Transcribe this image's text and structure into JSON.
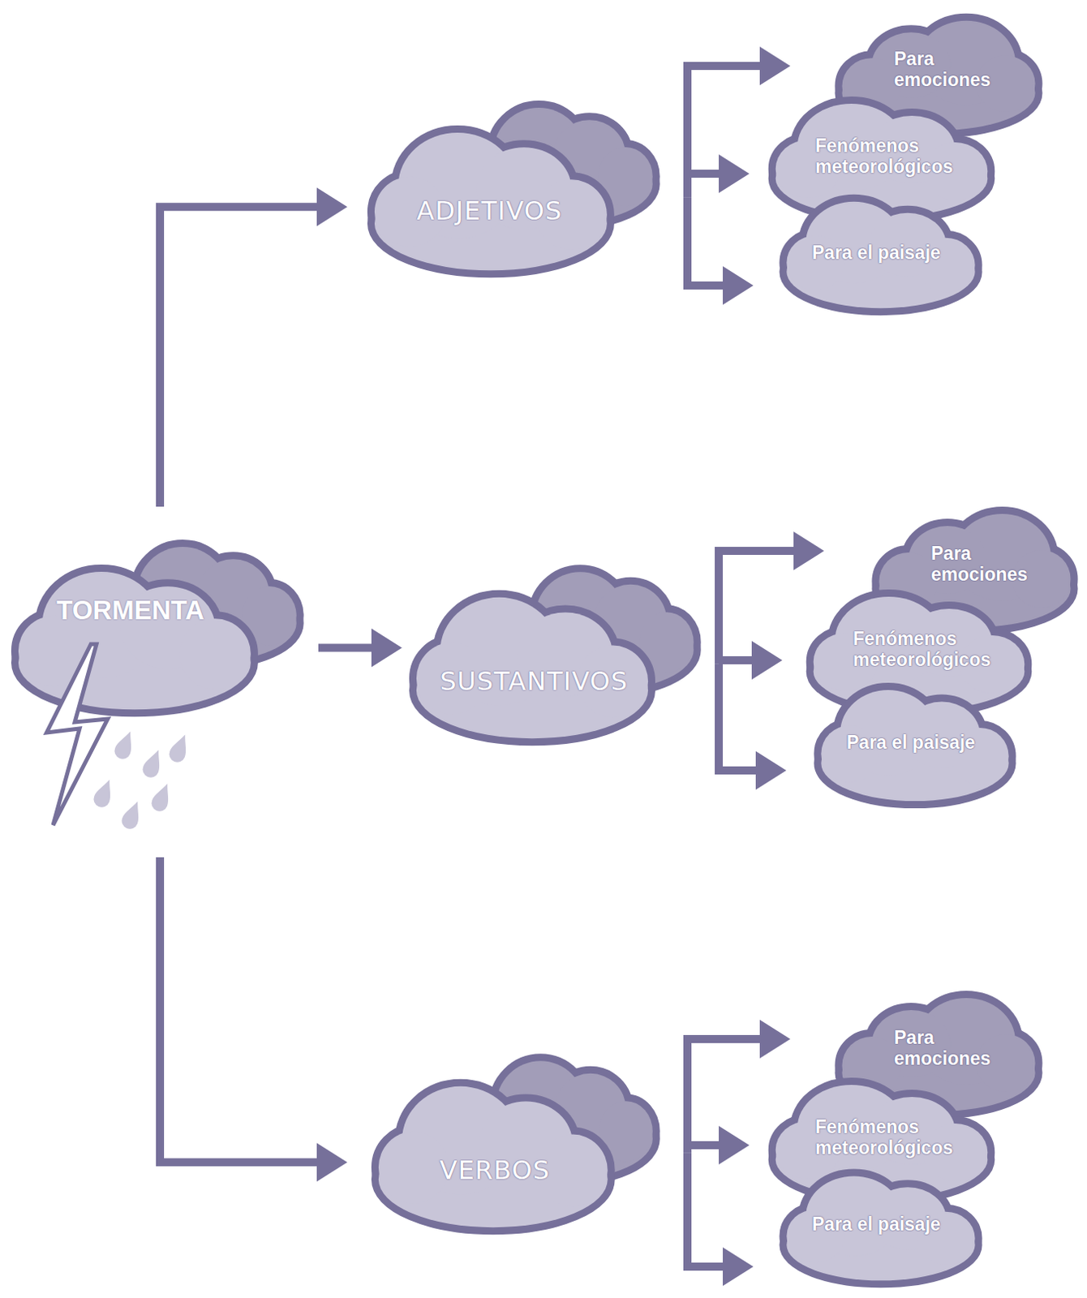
{
  "diagram": {
    "nodes": [
      {
        "text": [
          "TORMENTA"
        ]
      },
      {
        "text": [
          "ADJETIVOS"
        ]
      },
      {
        "text": [
          "Para emociones"
        ]
      },
      {
        "text": [
          "Fenómenos meteorológicos"
        ]
      },
      {
        "text": [
          "Para el paisaje"
        ]
      },
      {
        "text": [
          "SUSTANTIVOS"
        ]
      },
      {
        "text": [
          "Para emociones"
        ]
      },
      {
        "text": [
          "Fenómenos meteorológicos"
        ]
      },
      {
        "text": [
          "Para el paisaje"
        ]
      },
      {
        "text": [
          "VERBOS"
        ]
      },
      {
        "text": [
          "Para emociones"
        ]
      },
      {
        "text": [
          "Fenómenos meteorológicos"
        ]
      },
      {
        "text": [
          "Para el paisaje"
        ]
      }
    ],
    "edges": [
      {
        "from": 0,
        "to": 1,
        "arrow": "to"
      },
      {
        "from": 0,
        "to": 5,
        "arrow": "to"
      },
      {
        "from": 0,
        "to": 9,
        "arrow": "to"
      },
      {
        "from": 1,
        "to": 2,
        "arrow": "to"
      },
      {
        "from": 1,
        "to": 3,
        "arrow": "to"
      },
      {
        "from": 1,
        "to": 4,
        "arrow": "to"
      },
      {
        "from": 5,
        "to": 6,
        "arrow": "to"
      },
      {
        "from": 5,
        "to": 7,
        "arrow": "to"
      },
      {
        "from": 5,
        "to": 8,
        "arrow": "to"
      },
      {
        "from": 9,
        "to": 10,
        "arrow": "to"
      },
      {
        "from": 9,
        "to": 11,
        "arrow": "to"
      },
      {
        "from": 9,
        "to": 12,
        "arrow": "to"
      }
    ]
  }
}
